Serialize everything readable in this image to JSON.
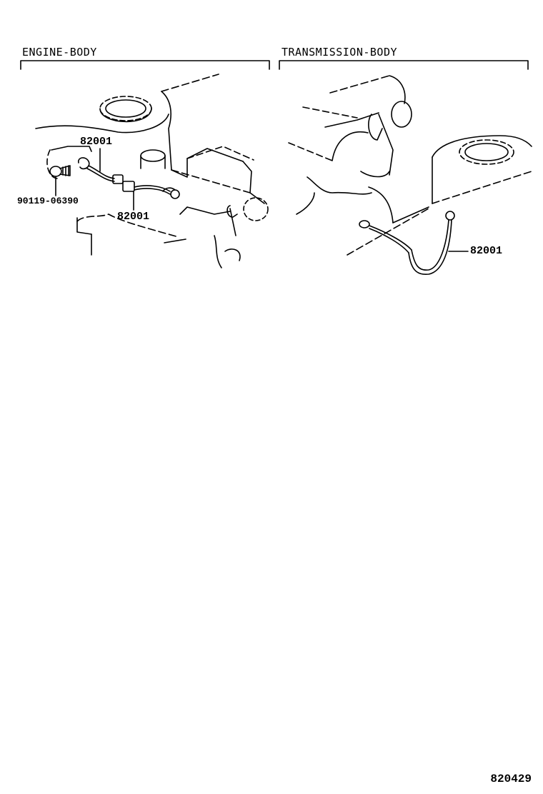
{
  "sections": {
    "left": {
      "title": "ENGINE-BODY"
    },
    "right": {
      "title": "TRANSMISSION-BODY"
    }
  },
  "callouts": {
    "left_strap_upper": "82001",
    "left_bolt": "90119-06390",
    "left_strap_lower": "82001",
    "right_strap": "82001"
  },
  "diagram_number": "820429"
}
